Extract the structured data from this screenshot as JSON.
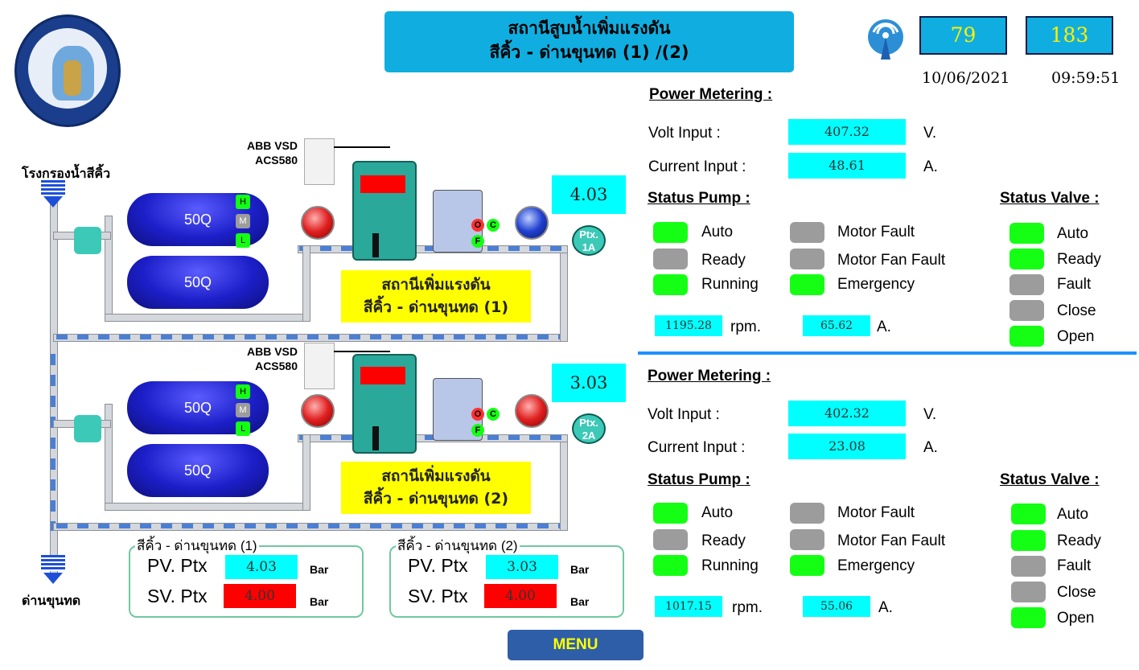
{
  "header": {
    "title_line1": "สถานีสูบน้ำเพิ่มแรงดัน",
    "title_line2": "สีคิ้ว - ด่านขุนทด (1) /(2)",
    "counter_1": "79",
    "counter_2": "183",
    "date": "10/06/2021",
    "time": "09:59:51",
    "signal_icon": "signal-broadcast-icon"
  },
  "diagram": {
    "source_label": "โรงกรองน้ำสีคิ้ว",
    "dest_label": "ด่านขุนทด",
    "station1": {
      "vsd_label_1": "ABB VSD",
      "vsd_label_2": "ACS580",
      "tank_top": "50Q",
      "tank_bottom": "50Q",
      "level_h": "H",
      "level_m": "M",
      "level_l": "L",
      "valve_o": "O",
      "valve_c": "C",
      "valve_f": "F",
      "ptx_label_1": "Ptx.",
      "ptx_label_2": "1A",
      "pressure": "4.03",
      "name_line1": "สถานีเพิ่มแรงดัน",
      "name_line2": "สีคิ้ว - ด่านขุนทด (1)"
    },
    "station2": {
      "vsd_label_1": "ABB VSD",
      "vsd_label_2": "ACS580",
      "tank_top": "50Q",
      "tank_bottom": "50Q",
      "level_h": "H",
      "level_m": "M",
      "level_l": "L",
      "valve_o": "O",
      "valve_c": "C",
      "valve_f": "F",
      "ptx_label_1": "Ptx.",
      "ptx_label_2": "2A",
      "pressure": "3.03",
      "name_line1": "สถานีเพิ่มแรงดัน",
      "name_line2": "สีคิ้ว - ด่านขุนทด (2)"
    }
  },
  "pv_panels": [
    {
      "title": "สีคิ้ว - ด่านขุนทด (1)",
      "pv_label": "PV. Ptx",
      "pv_value": "4.03",
      "sv_label": "SV. Ptx",
      "sv_value": "4.00",
      "unit": "Bar"
    },
    {
      "title": "สีคิ้ว - ด่านขุนทด (2)",
      "pv_label": "PV. Ptx",
      "pv_value": "3.03",
      "sv_label": "SV. Ptx",
      "sv_value": "4.00",
      "unit": "Bar"
    }
  ],
  "station_panels": [
    {
      "power_title": "Power Metering :",
      "volt_label": "Volt Input :",
      "volt_value": "407.32",
      "volt_unit": "V.",
      "current_label": "Current Input :",
      "current_value": "48.61",
      "current_unit": "A.",
      "pump_title": "Status Pump :",
      "valve_title": "Status Valve :",
      "pump_left": [
        {
          "label": "Auto",
          "state": "on"
        },
        {
          "label": "Ready",
          "state": "off"
        },
        {
          "label": "Running",
          "state": "on"
        }
      ],
      "pump_right": [
        {
          "label": "Motor Fault",
          "state": "off"
        },
        {
          "label": "Motor Fan Fault",
          "state": "off"
        },
        {
          "label": "Emergency",
          "state": "on"
        }
      ],
      "valve": [
        {
          "label": "Auto",
          "state": "on"
        },
        {
          "label": "Ready",
          "state": "on"
        },
        {
          "label": "Fault",
          "state": "off"
        },
        {
          "label": "Close",
          "state": "off"
        },
        {
          "label": "Open",
          "state": "on"
        }
      ],
      "rpm_value": "1195.28",
      "rpm_unit": "rpm.",
      "amp_value": "65.62",
      "amp_unit": "A."
    },
    {
      "power_title": "Power Metering :",
      "volt_label": "Volt Input :",
      "volt_value": "402.32",
      "volt_unit": "V.",
      "current_label": "Current Input :",
      "current_value": "23.08",
      "current_unit": "A.",
      "pump_title": "Status Pump :",
      "valve_title": "Status Valve :",
      "pump_left": [
        {
          "label": "Auto",
          "state": "on"
        },
        {
          "label": "Ready",
          "state": "off"
        },
        {
          "label": "Running",
          "state": "on"
        }
      ],
      "pump_right": [
        {
          "label": "Motor Fault",
          "state": "off"
        },
        {
          "label": "Motor Fan Fault",
          "state": "off"
        },
        {
          "label": "Emergency",
          "state": "on"
        }
      ],
      "valve": [
        {
          "label": "Auto",
          "state": "on"
        },
        {
          "label": "Ready",
          "state": "on"
        },
        {
          "label": "Fault",
          "state": "off"
        },
        {
          "label": "Close",
          "state": "off"
        },
        {
          "label": "Open",
          "state": "on"
        }
      ],
      "rpm_value": "1017.15",
      "rpm_unit": "rpm.",
      "amp_value": "55.06",
      "amp_unit": "A."
    }
  ],
  "menu_label": "MENU",
  "colors": {
    "title_bg": "#10aee0",
    "led_on": "#14ff14",
    "led_off": "#9c9c9c",
    "value_bg": "#00ffff",
    "sv_bg": "#ff0000",
    "menu_bg": "#2e5ea8",
    "menu_text": "#ffff00"
  }
}
